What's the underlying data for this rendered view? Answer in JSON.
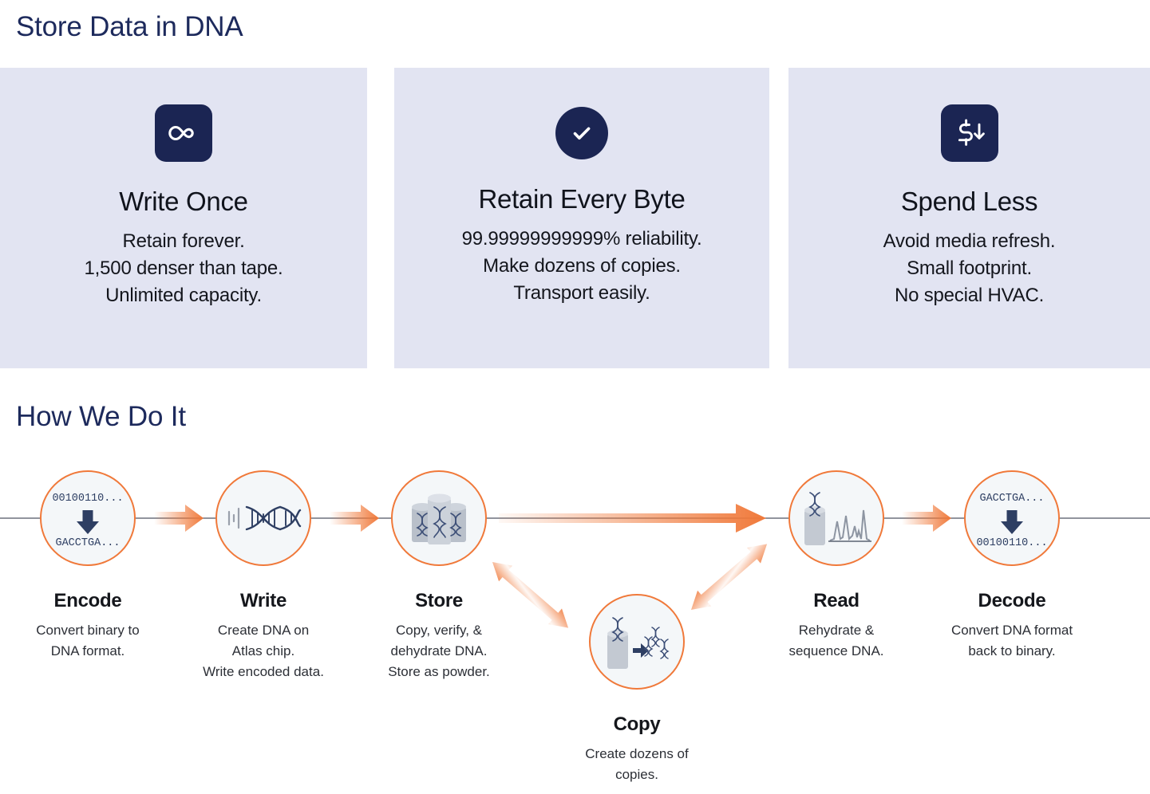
{
  "sections": {
    "store_title": "Store Data in DNA",
    "how_title": "How We Do It"
  },
  "colors": {
    "navy": "#1b2553",
    "heading_navy": "#1d2a5c",
    "card_bg": "#e2e4f2",
    "orange": "#f0793a",
    "node_fill": "#f4f7f9",
    "rail": "#6d717d"
  },
  "cards": [
    {
      "icon": "infinity-icon",
      "title": "Write Once",
      "lines": [
        "Retain forever.",
        "1,500 denser than tape.",
        "Unlimited capacity."
      ]
    },
    {
      "icon": "check-circle-icon",
      "title": "Retain Every Byte",
      "lines": [
        "99.99999999999% reliability.",
        "Make dozens of copies.",
        "Transport easily."
      ]
    },
    {
      "icon": "cost-down-icon",
      "title": "Spend Less",
      "lines": [
        "Avoid media refresh.",
        "Small footprint.",
        "No special HVAC."
      ]
    }
  ],
  "flow": {
    "steps": [
      {
        "id": "encode",
        "label": "Encode",
        "desc": [
          "Convert binary to",
          "DNA format."
        ],
        "icon": "binary-to-dna-icon",
        "icon_top_text": "00100110...",
        "icon_bottom_text": "GACCTGA..."
      },
      {
        "id": "write",
        "label": "Write",
        "desc": [
          "Create DNA on",
          "Atlas chip.",
          "Write encoded data."
        ],
        "icon": "dna-helix-icon"
      },
      {
        "id": "store",
        "label": "Store",
        "desc": [
          "Copy, verify, &",
          "dehydrate DNA.",
          "Store as powder."
        ],
        "icon": "dna-vials-icon"
      },
      {
        "id": "copy",
        "label": "Copy",
        "desc": [
          "Create dozens of",
          "copies."
        ],
        "icon": "dna-replicate-icon"
      },
      {
        "id": "read",
        "label": "Read",
        "desc": [
          "Rehydrate &",
          "sequence DNA."
        ],
        "icon": "sequencer-trace-icon"
      },
      {
        "id": "decode",
        "label": "Decode",
        "desc": [
          "Convert DNA format",
          "back to binary."
        ],
        "icon": "dna-to-binary-icon",
        "icon_top_text": "GACCTGA...",
        "icon_bottom_text": "00100110..."
      }
    ]
  }
}
